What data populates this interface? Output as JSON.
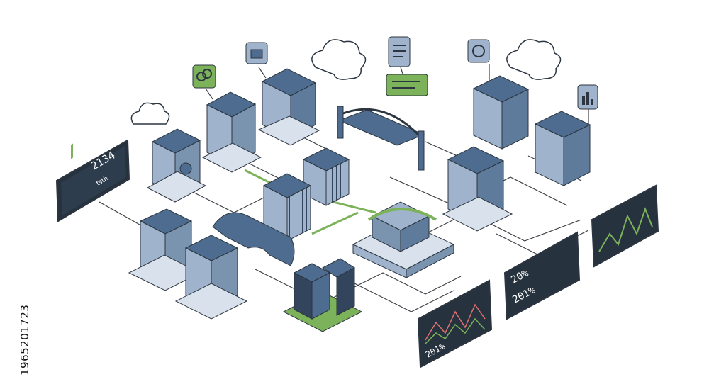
{
  "stock_id": "1965201723",
  "colors": {
    "server_top": "#4d6c8f",
    "server_side": "#9fb4cc",
    "server_dark": "#33455c",
    "outline": "#2c3540",
    "accent_green": "#7cb25a",
    "screen_bg": "#26333f",
    "cloud": "#ffffff",
    "line": "#3a3f45"
  },
  "screens": {
    "left_panel_text": "2134",
    "left_panel_sub": "tsth",
    "right_panel_top_text": "20%",
    "right_panel_mid_text": "201%",
    "bottom_panel_text": "201%"
  },
  "icons": [
    "chain-link-icon",
    "toolbox-icon",
    "document-icon",
    "headset-icon",
    "bar-chart-icon",
    "cloud-icon"
  ]
}
